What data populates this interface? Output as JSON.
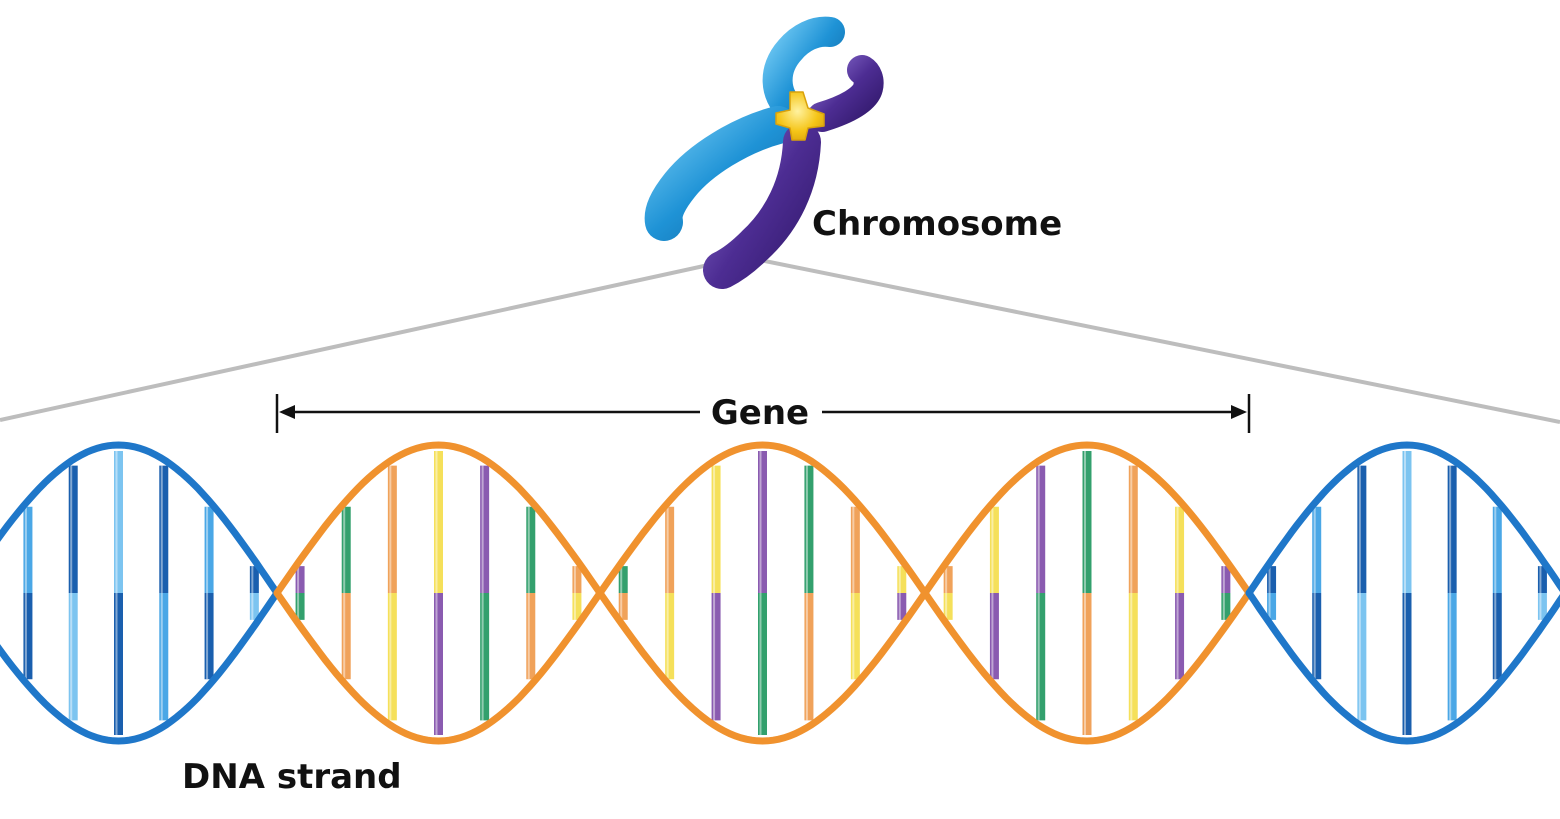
{
  "labels": {
    "chromosome": "Chromosome",
    "gene": "Gene",
    "dna_strand": "DNA strand"
  },
  "colors": {
    "chromatid_left": "#1f93d6",
    "chromatid_left_highlight": "#6cc6f2",
    "chromatid_right": "#4d2d93",
    "chromatid_right_highlight": "#7f62c4",
    "centromere": "#f5c518",
    "zoom_lines": "#bdbdbd",
    "dna_backbone_outside": "#1f77c9",
    "dna_backbone_gene": "#f0922e",
    "rungs_outside": [
      "#1a5fae",
      "#4aa7e6",
      "#1a5fae",
      "#7cc4f0"
    ],
    "rungs_gene": [
      "#f5e05a",
      "#8a5bb0",
      "#33a06d",
      "#f0a25a"
    ],
    "arrow": "#111111"
  },
  "diagram": {
    "helix_turns_total": 5,
    "gene_turns": 3
  }
}
